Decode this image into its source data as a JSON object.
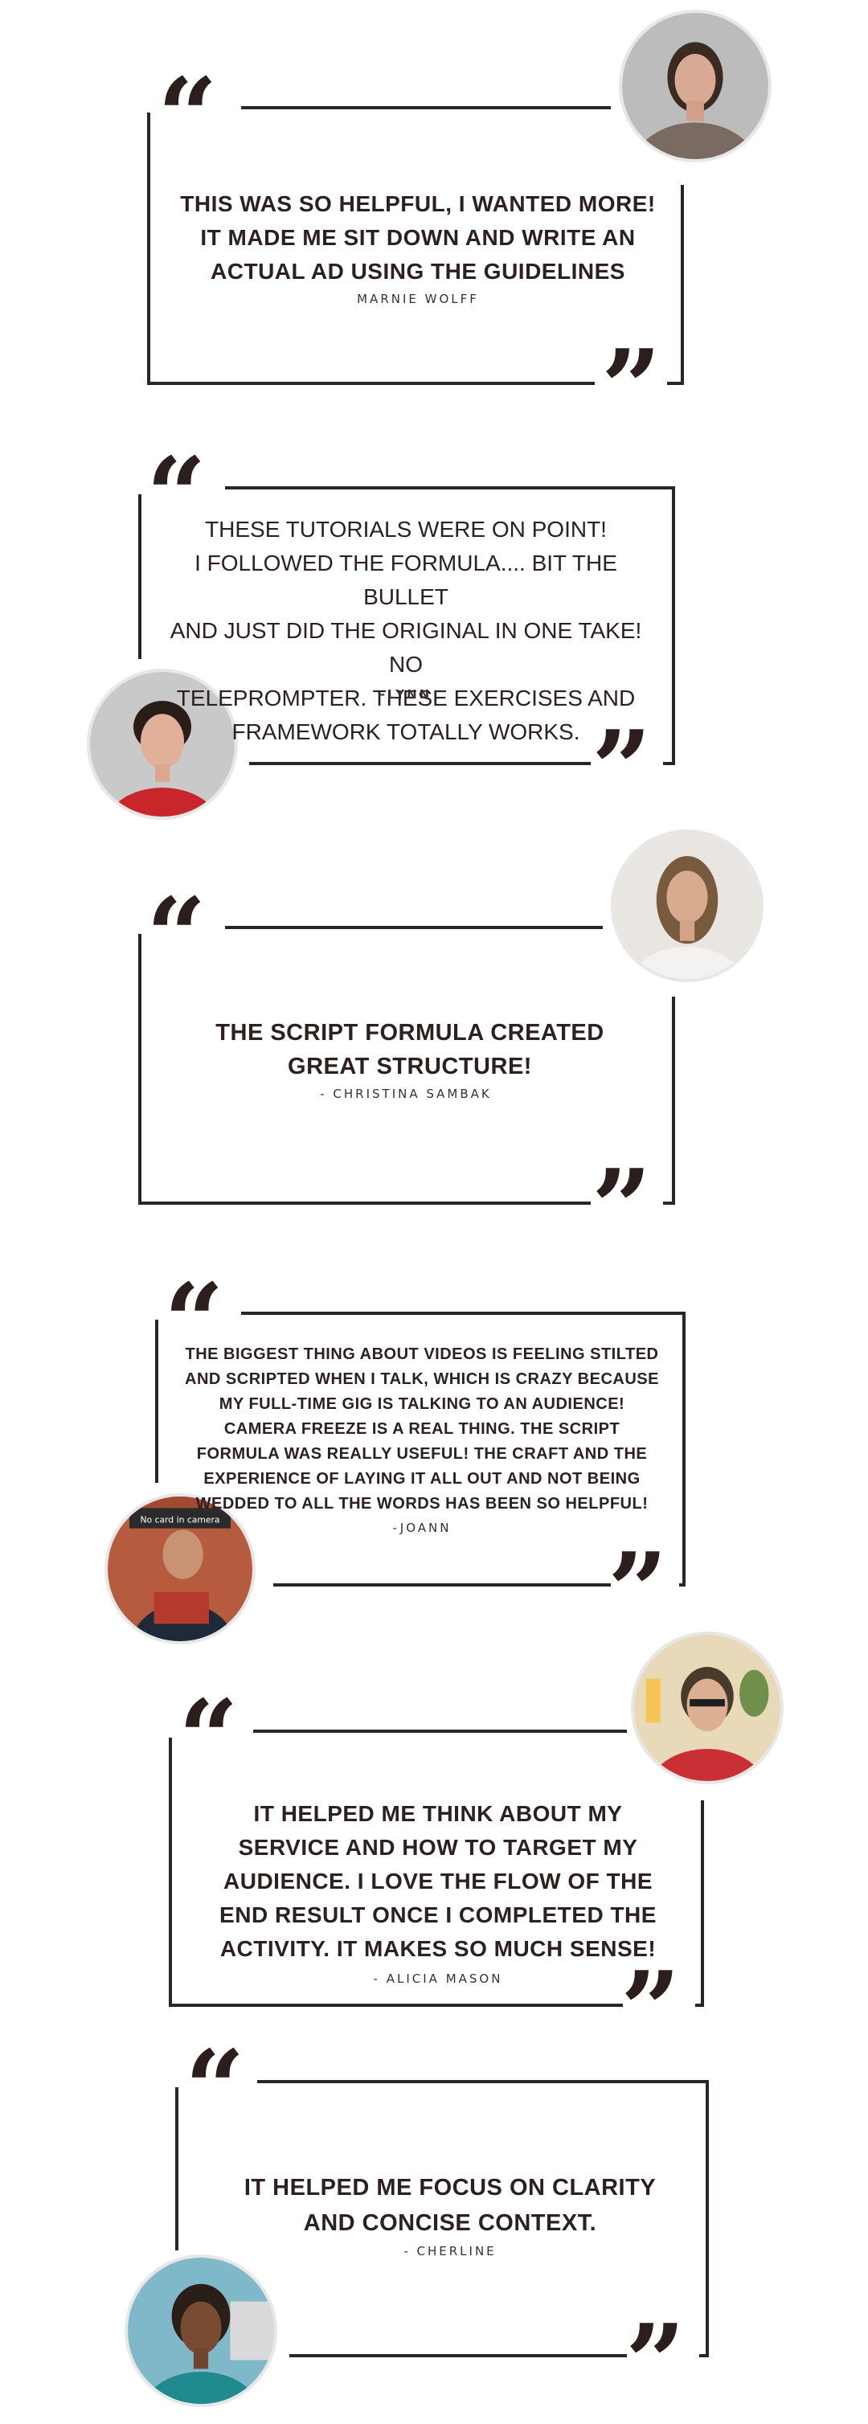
{
  "quote_marks": {
    "open": "“",
    "close": "”"
  },
  "testimonials": [
    {
      "text": "THIS WAS SO HELPFUL, I WANTED MORE! IT MADE ME SIT DOWN AND WRITE AN ACTUAL AD USING THE GUIDELINES",
      "author": "MARNIE WOLFF"
    },
    {
      "text_lines": [
        "THESE TUTORIALS WERE ON POINT!",
        "I FOLLOWED THE FORMULA.... BIT THE BULLET",
        "AND JUST DID THE ORIGINAL IN ONE TAKE! NO",
        "TELEPROMPTER.  THESE EXERCISES AND",
        "FRAMEWORK TOTALLY WORKS."
      ],
      "author": "-LYNN"
    },
    {
      "text": "THE SCRIPT FORMULA CREATED GREAT STRUCTURE!",
      "author": "- CHRISTINA SAMBAK"
    },
    {
      "text": "THE BIGGEST THING ABOUT VIDEOS IS FEELING STILTED AND SCRIPTED WHEN I TALK, WHICH IS CRAZY BECAUSE MY FULL-TIME GIG IS TALKING TO AN AUDIENCE! CAMERA FREEZE IS A REAL THING. THE SCRIPT FORMULA WAS REALLY USEFUL! THE CRAFT AND THE EXPERIENCE OF LAYING IT ALL OUT AND NOT BEING WEDDED TO ALL THE WORDS HAS BEEN SO HELPFUL!",
      "author": "-JOANN",
      "avatar_sign": "No card in camera"
    },
    {
      "text": "IT HELPED ME THINK ABOUT MY SERVICE AND HOW TO TARGET MY AUDIENCE. I LOVE THE FLOW OF THE END RESULT ONCE I COMPLETED THE ACTIVITY. IT MAKES SO MUCH SENSE!",
      "author": "- ALICIA MASON"
    },
    {
      "text": "IT HELPED ME FOCUS ON CLARITY AND CONCISE CONTEXT.",
      "author": "- CHERLINE"
    }
  ]
}
